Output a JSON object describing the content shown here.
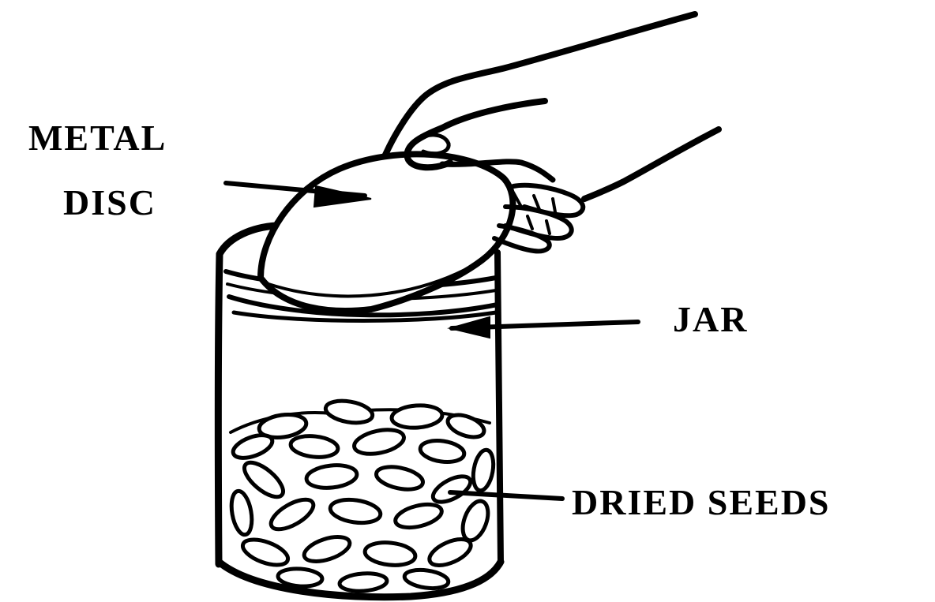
{
  "labels": {
    "metal": "METAL",
    "disc": "DISC",
    "jar": "JAR",
    "dried_seeds": "DRIED SEEDS"
  },
  "colors": {
    "ink": "#000000",
    "paper": "#ffffff"
  }
}
